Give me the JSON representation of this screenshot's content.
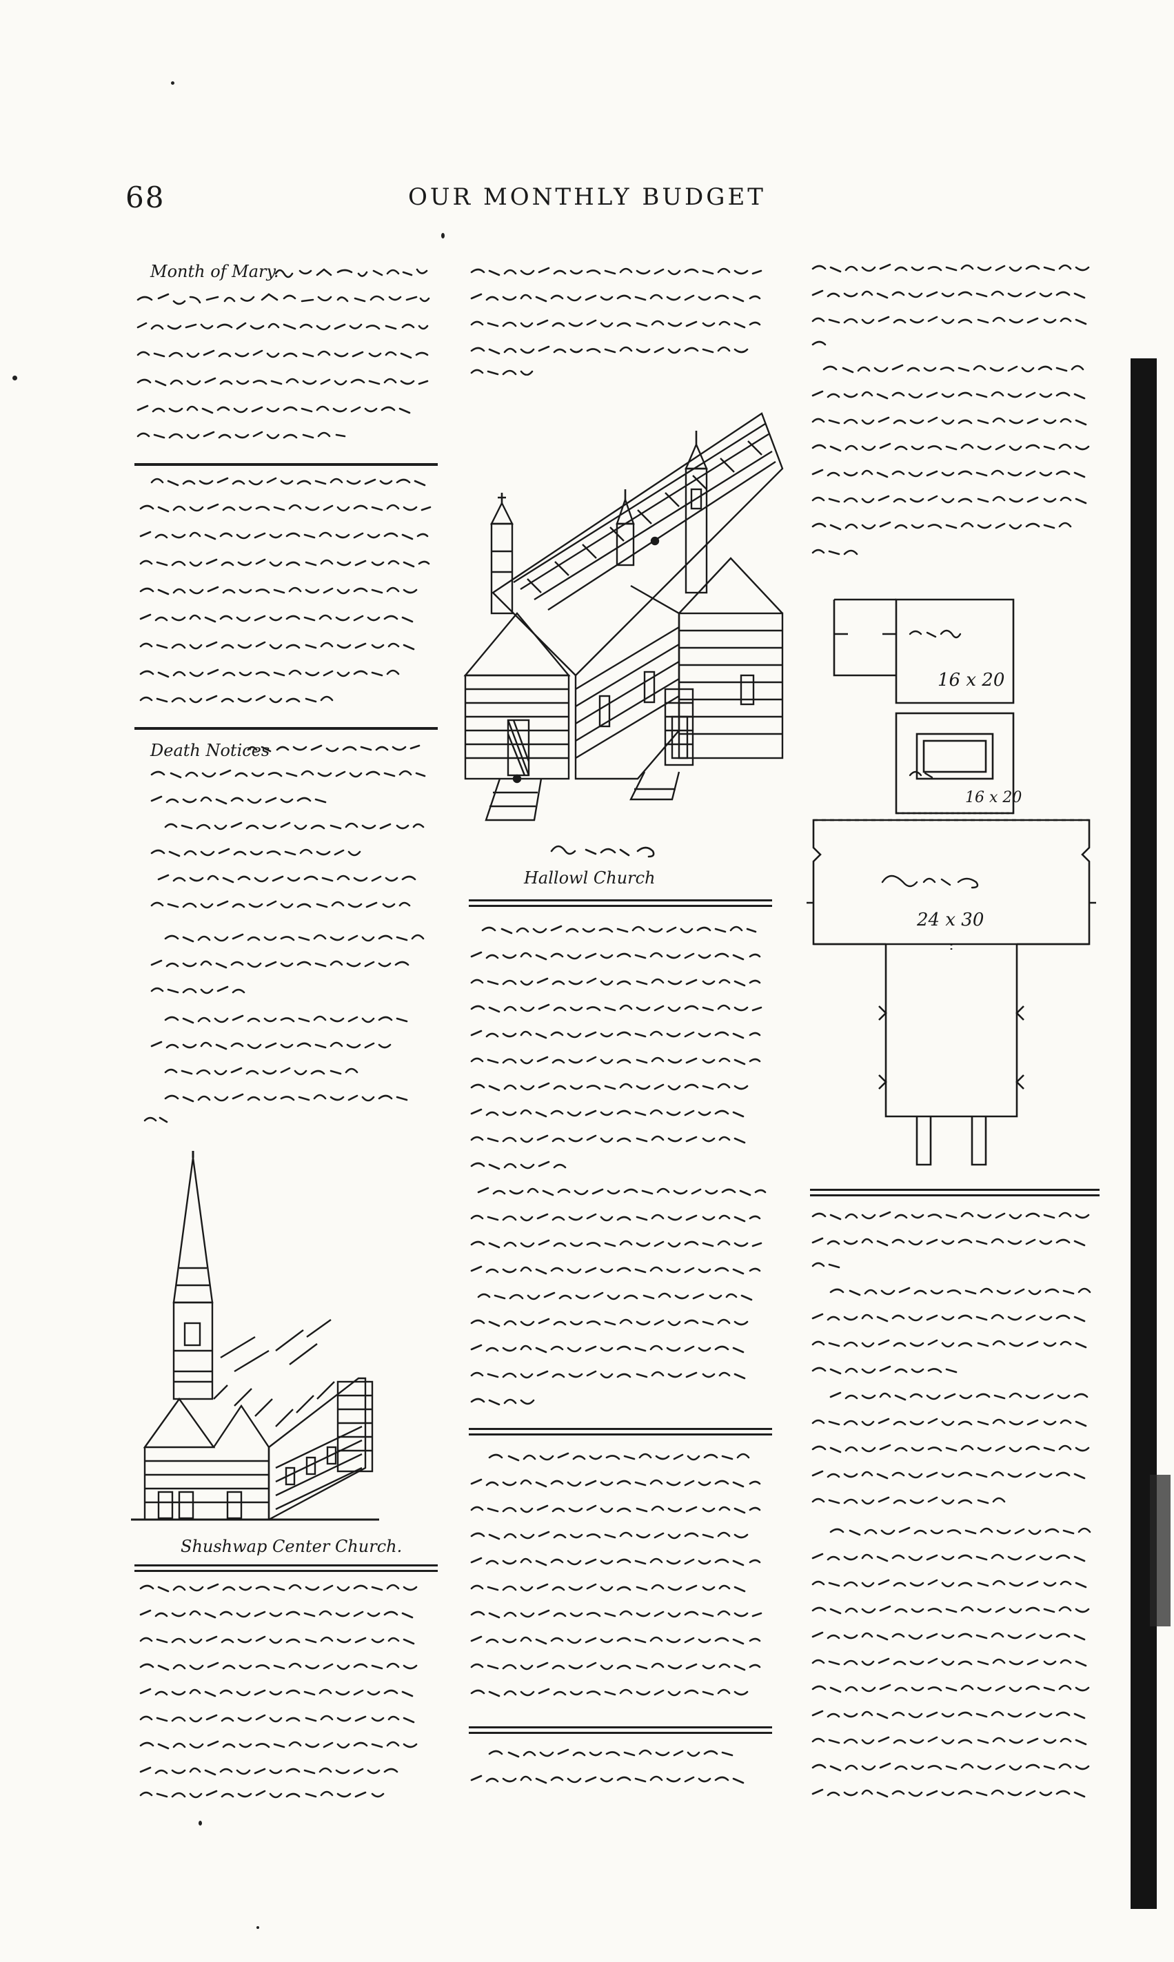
{
  "header": {
    "page_number": "68",
    "title": "OUR MONTHLY BUDGET"
  },
  "column1": {
    "section1_label": "Month of Mary.",
    "section3_label": "Death Notices",
    "church_caption": "Shushwap Center Church."
  },
  "column2": {
    "church_caption": "Hallowl Church"
  },
  "column3": {
    "plan_dimension_top": "16 x 20",
    "plan_dimension_middle": "16 x 20",
    "plan_dimension_bottom": "24 x 30"
  }
}
